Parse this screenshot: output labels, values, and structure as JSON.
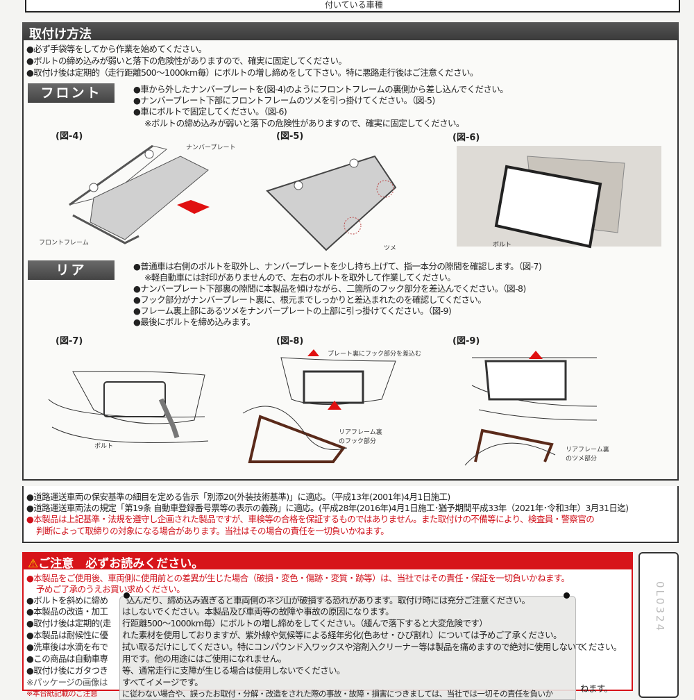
{
  "top_caption": "付いている車種",
  "install": {
    "title": "取付け方法",
    "notes": [
      "●必ず手袋等をしてから作業を始めてください。",
      "●ボルトの締め込みが弱いと落下の危険性がありますので、確実に固定してください。",
      "●取付け後は定期的（走行距離500〜1000km毎）にボルトの増し締めをして下さい。特に悪路走行後はご注意ください。"
    ],
    "front": {
      "label": "フロント",
      "steps": [
        "●車から外したナンバープレートを(図-4)のようにフロントフレームの裏側から差し込んでください。",
        "●ナンバープレート下部にフロントフレームのツメを引っ掛けてください。（図-5)",
        "●車にボルトで固定してください。（図-6)",
        "※ボルトの締め込みが弱いと落下の危険性がありますので、確実に固定してください。"
      ],
      "figs": [
        "(図-4)",
        "(図-5)",
        "(図-6)"
      ],
      "callouts": {
        "plate": "ナンバープレート",
        "frame": "フロントフレーム",
        "tsume": "ツメ",
        "bolt": "ボルト"
      }
    },
    "rear": {
      "label": "リア",
      "steps": [
        "●普通車は右側のボルトを取外し、ナンバープレートを少し持ち上げて、指一本分の隙間を確認します。（図-7)",
        "※軽自動車には封印がありませんので、左右のボルトを取外して作業してください。",
        "●ナンバープレート下部裏の隙間に本製品を傾けながら、二箇所のフック部分を差込んでください。（図-8)",
        "●フック部分がナンバープレート裏に、根元までしっかりと差込まれたのを確認してください。",
        "●フレーム裏上部にあるツメをナンバープレートの上部に引っ掛けてください。（図-9)",
        "●最後にボルトを締め込みます。"
      ],
      "figs": [
        "(図-7)",
        "(図-8)",
        "(図-9)"
      ],
      "callouts": {
        "bolt": "ボルト",
        "insert": "プレート裏にフック部分を差込む",
        "hook1": "リアフレーム裏",
        "hook2": "のフック部分",
        "tsume1": "リアフレーム裏",
        "tsume2": "のツメ部分"
      }
    }
  },
  "regulations": [
    "●道路運送車両の保安基準の細目を定める告示「別添20(外装技術基準)」に適応。（平成13年(2001年)4月1日施工)",
    "●道路運送車両法の規定「第19条 自動車登録番号票等の表示の義務」に適応。(平成28年(2016年)4月1日施工･猶予期間平成33年（2021年･令和3年）3月31日迄)",
    "●本製品は上記基準・法規を遵守し企画された製品ですが、車検等の合格を保証するものではありません。また取付けの不備等により、検査員・警察官の",
    "判断によって取締りの対象になる場合があります。当社はその場合の責任を一切負いかねます。"
  ],
  "caution": {
    "title": "ご注意　必ずお読みください。",
    "intro": [
      "●本製品をご使用後、車両側に使用前との差異が生じた場合（破損・変色・傷跡・変質・跡等）は、当社ではその責任・保証を一切負いかねます。",
      "予めご了承のうえお買い求めください。"
    ],
    "left": [
      "●ボルトを斜めに締め",
      "●本製品の改造・加工",
      "●取付け後は定期的(走",
      "●本製品は耐候性に優",
      "●洗車後は水滴を布で",
      "●この商品は自動車専",
      "●取付け後にガタつき",
      "※パッケージの画像は",
      "※本台紙記載のご注意"
    ],
    "right": [
      "込んだり、締め込み過ぎると車両側のネジ山が破損する恐れがあります。取付け時には充分ご注意ください。",
      "はしないでください。本製品及び車両等の故障や事故の原因になります。",
      "行距離500〜1000km毎）にボルトの増し締めをしてください。（緩んで落下すると大変危険です）",
      "れた素材を使用しておりますが、紫外線や気候等による経年劣化(色あせ・ひび割れ）については予めご了承ください。",
      "拭い取るだけにしてください。特にコンパウンド入ワックスや溶剤入クリーナー等は製品を痛めますので絶対に使用しないで",
      "用です。他の用途にはご使用になれません。",
      "等、通常走行に支障が生じる場合は使用しないでください。",
      "すべてイメージです。",
      "に従わない場合や、誤ったお取付・分解・改造をされた際の事故・故障・損害につきましては、当社では一切その責任を負いか"
    ],
    "tail1": "ください。",
    "tail2": "ねます。"
  },
  "side_code": "0L0324",
  "colors": {
    "red": "#d7141a",
    "header": "#444444",
    "arrow": "#e01010",
    "frame": "#5a2a1a"
  }
}
